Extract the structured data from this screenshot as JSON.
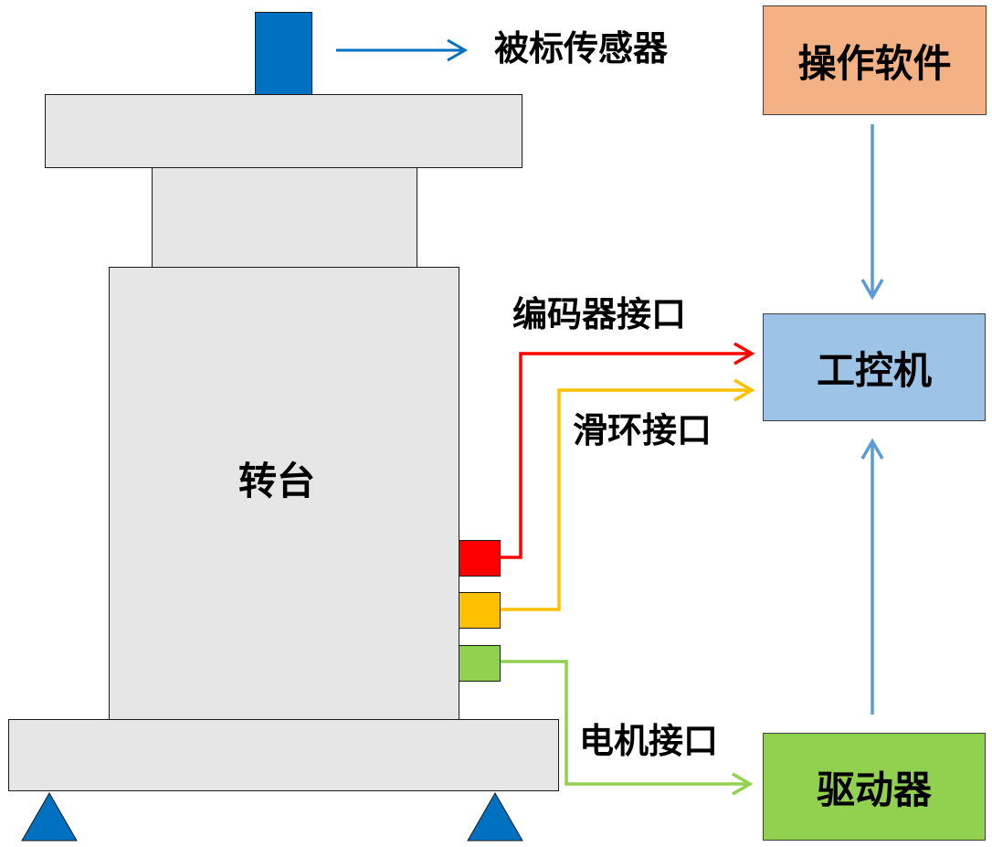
{
  "turntable": {
    "label": "转台"
  },
  "sensor": {
    "label": "被标传感器",
    "color": "#0070c0"
  },
  "software_box": {
    "label": "操作软件",
    "color": "#f4b183"
  },
  "ipc_box": {
    "label": "工控机",
    "color": "#9dc3e6"
  },
  "driver_box": {
    "label": "驱动器",
    "color": "#92d050"
  },
  "interfaces": {
    "encoder": {
      "label": "编码器接口",
      "color": "#ff0000"
    },
    "slip_ring": {
      "label": "滑环接口",
      "color": "#ffc000"
    },
    "motor": {
      "label": "电机接口",
      "color": "#92d050"
    }
  },
  "connector_colors": {
    "sensor_arrow": "#0070c0",
    "system_arrow": "#5b9bd5",
    "support": "#0070c0"
  }
}
